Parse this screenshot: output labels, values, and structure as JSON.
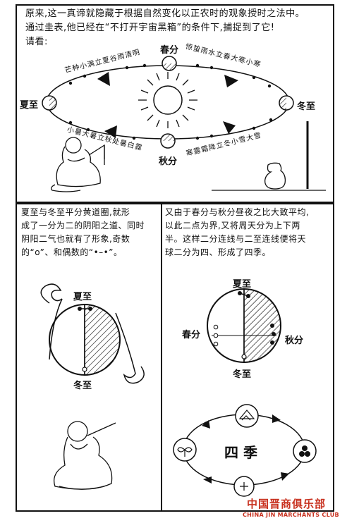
{
  "top": {
    "line1": "原来,这一真谛就隐藏于根据自然变化以正农时的观象授时之法中。",
    "line2": "通过圭表,他已经在“不打开宇宙黑箱”的条件下,捕捉到了它!",
    "line3": "请看:",
    "summer": "夏至",
    "winter": "冬至",
    "spring": "春分",
    "autumn": "秋分",
    "arc_upper_left": "芒种小满立夏谷雨清明",
    "arc_upper_right": "惊蛰雨水立春大寒小寒",
    "arc_lower_left": "小暑大暑立秋处暑白露",
    "arc_lower_right": "寒露霜降立冬小雪大雪"
  },
  "panel_left": {
    "line1": "夏至与冬至平分黄道圈,就形",
    "line2": "成了一分为二的阴阳之道、同时",
    "line3": "阴阳二气也就有了形象,奇数",
    "line4": "的“o”、和偶数的“•–•”。",
    "summer": "夏至",
    "winter": "冬至"
  },
  "panel_right": {
    "line1": "又由于春分与秋分昼夜之比大致平均,",
    "line2": "以此二点为界,又将周天分为上下两",
    "line3": "半。这样二分连线与二至连线便将天",
    "line4": "球二分为四、形成了四季。",
    "summer": "夏至",
    "winter": "冬至",
    "spring": "春分",
    "autumn": "秋分",
    "seasons": "四 季"
  },
  "watermark": {
    "cn": "中国晋商俱乐部",
    "en": "CHINA JIN MARCHANTS CLUB"
  }
}
